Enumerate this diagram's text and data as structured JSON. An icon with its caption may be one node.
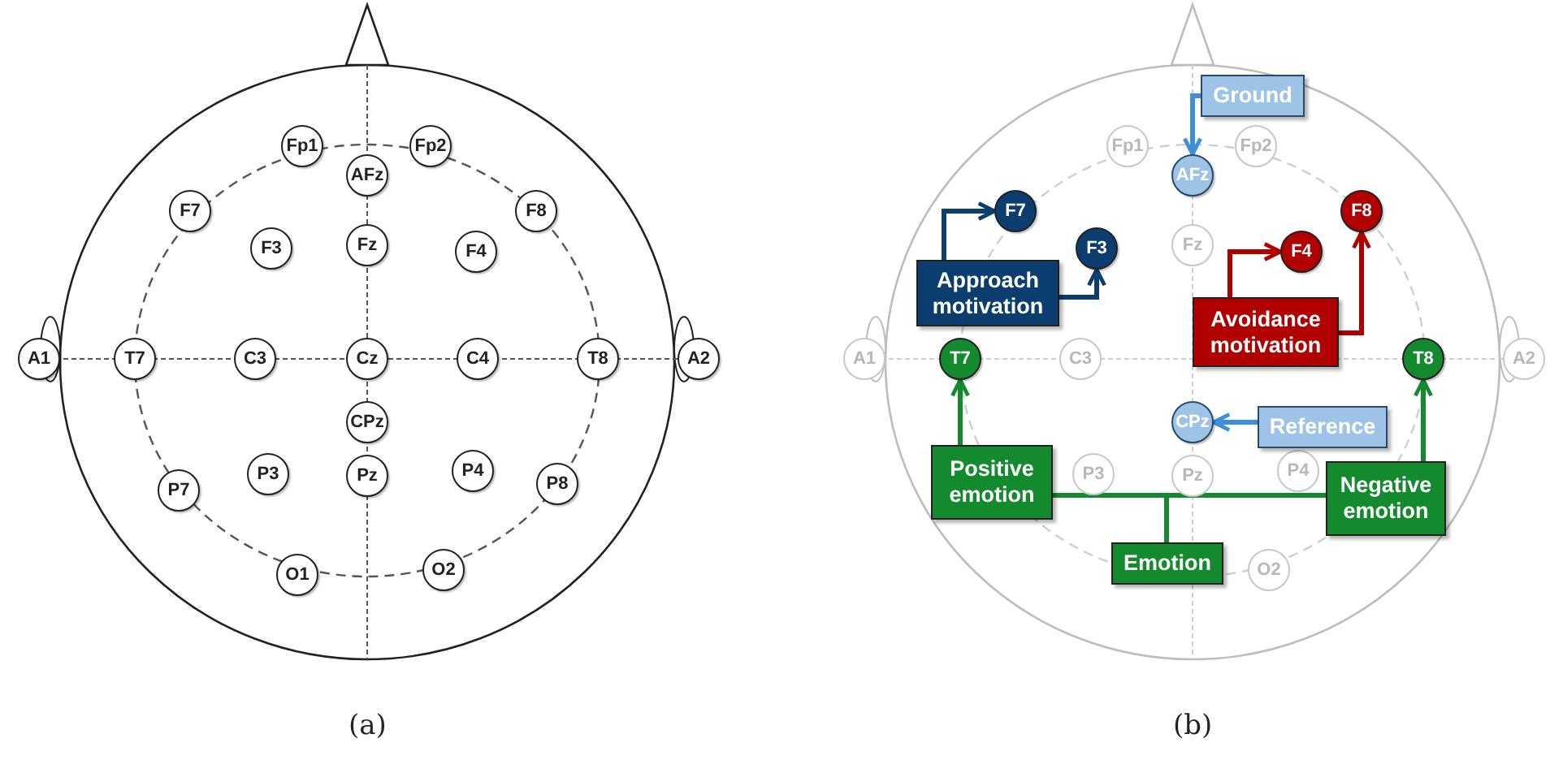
{
  "diagram": {
    "nodes": [
      {
        "text": [
          "Fp1"
        ]
      },
      {
        "text": [
          "Fp2"
        ]
      },
      {
        "text": [
          "AFz"
        ]
      },
      {
        "text": [
          "F7"
        ]
      },
      {
        "text": [
          "F3"
        ]
      },
      {
        "text": [
          "Fz"
        ]
      },
      {
        "text": [
          "F4"
        ]
      },
      {
        "text": [
          "F8"
        ]
      },
      {
        "text": [
          "A1"
        ]
      },
      {
        "text": [
          "T7"
        ]
      },
      {
        "text": [
          "C3"
        ]
      },
      {
        "text": [
          "Cz"
        ]
      },
      {
        "text": [
          "C4"
        ]
      },
      {
        "text": [
          "T8"
        ]
      },
      {
        "text": [
          "A2"
        ]
      },
      {
        "text": [
          "CPz"
        ]
      },
      {
        "text": [
          "P7"
        ]
      },
      {
        "text": [
          "P3"
        ]
      },
      {
        "text": [
          "Pz"
        ]
      },
      {
        "text": [
          "P4"
        ]
      },
      {
        "text": [
          "P8"
        ]
      },
      {
        "text": [
          "O1"
        ]
      },
      {
        "text": [
          "O2"
        ]
      },
      {
        "text": [
          "Fp1"
        ]
      },
      {
        "text": [
          "Fp2"
        ]
      },
      {
        "text": [
          "AFz"
        ]
      },
      {
        "text": [
          "F7"
        ]
      },
      {
        "text": [
          "F3"
        ]
      },
      {
        "text": [
          "Fz"
        ]
      },
      {
        "text": [
          "F4"
        ]
      },
      {
        "text": [
          "F8"
        ]
      },
      {
        "text": [
          "A1"
        ]
      },
      {
        "text": [
          "T7"
        ]
      },
      {
        "text": [
          "C3"
        ]
      },
      {
        "text": [
          "T8"
        ]
      },
      {
        "text": [
          "A2"
        ]
      },
      {
        "text": [
          "CPz"
        ]
      },
      {
        "text": [
          "P3"
        ]
      },
      {
        "text": [
          "Pz"
        ]
      },
      {
        "text": [
          "P4"
        ]
      },
      {
        "text": [
          "O2"
        ]
      },
      {
        "text": [
          "Ground"
        ]
      },
      {
        "text": [
          "Approach motivation"
        ]
      },
      {
        "text": [
          "Avoidance motivation"
        ]
      },
      {
        "text": [
          "Reference"
        ]
      },
      {
        "text": [
          "Positive emotion"
        ]
      },
      {
        "text": [
          "Negative emotion"
        ]
      },
      {
        "text": [
          "Emotion"
        ]
      }
    ],
    "edges": [
      {
        "from": 42,
        "to": 26,
        "arrow": "to",
        "color": "#0b3d6e"
      },
      {
        "from": 42,
        "to": 27,
        "arrow": "to",
        "color": "#0b3d6e"
      },
      {
        "from": 41,
        "to": 25,
        "arrow": "to",
        "color": "#3d8fd6"
      },
      {
        "from": 43,
        "to": 29,
        "arrow": "to",
        "color": "#b00000"
      },
      {
        "from": 43,
        "to": 30,
        "arrow": "to",
        "color": "#b00000"
      },
      {
        "from": 45,
        "to": 32,
        "arrow": "to"
      },
      {
        "from": 46,
        "to": 34,
        "arrow": "to"
      },
      {
        "from": 44,
        "to": 36,
        "arrow": "to",
        "color": "#3d8fd6"
      },
      {
        "from": 47,
        "to": 45,
        "arrow": "none"
      },
      {
        "from": 47,
        "to": 46,
        "arrow": "none"
      }
    ],
    "labels": [
      "(a)",
      "(b)"
    ]
  }
}
